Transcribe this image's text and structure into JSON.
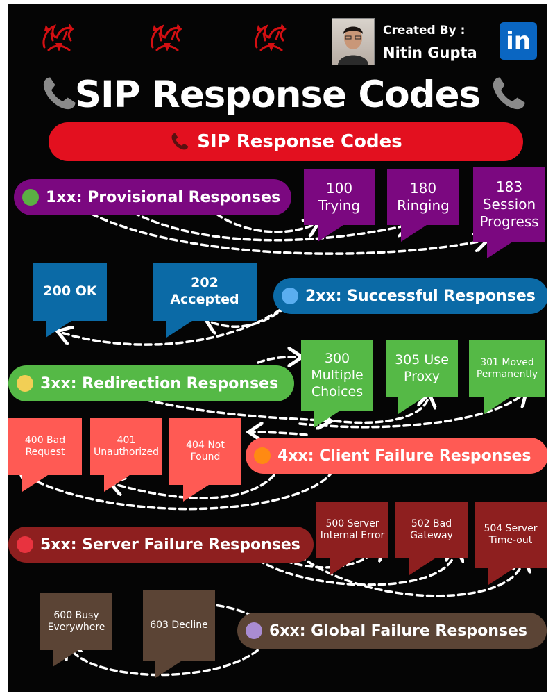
{
  "author": {
    "label": "Created By :",
    "name": "Nitin Gupta"
  },
  "linkedin": {
    "text": "in",
    "color": "#0a66c2"
  },
  "title": "SIP Response Codes",
  "banner": {
    "text": "SIP Response Codes",
    "color": "#e3101f"
  },
  "categories": [
    {
      "label": "1xx: Provisional Responses",
      "color": "#7b0880",
      "dot": "#5bb043",
      "codes": [
        {
          "code": "100",
          "text": "Trying"
        },
        {
          "code": "180",
          "text": "Ringing"
        },
        {
          "code": "183",
          "text": "Session Progress"
        }
      ]
    },
    {
      "label": "2xx: Successful Responses",
      "color": "#0b6aa6",
      "dot": "#5aaef0",
      "codes": [
        {
          "text": "200 OK"
        },
        {
          "code": "202",
          "text": "Accepted"
        }
      ]
    },
    {
      "label": "3xx: Redirection Responses",
      "color": "#55b946",
      "dot": "#f2cf55",
      "codes": [
        {
          "code": "300",
          "text": "Multiple Choices"
        },
        {
          "text": "305 Use Proxy"
        },
        {
          "text": "301 Moved Permanently"
        }
      ]
    },
    {
      "label": "4xx: Client Failure Responses",
      "color": "#ff5a54",
      "dot": "#ff8a12",
      "codes": [
        {
          "text": "400 Bad Request"
        },
        {
          "text": "401 Unauthorized"
        },
        {
          "text": "404 Not Found"
        }
      ]
    },
    {
      "label": "5xx: Server Failure Responses",
      "color": "#8e1f1f",
      "dot": "#e8333f",
      "codes": [
        {
          "text": "500 Server Internal Error"
        },
        {
          "text": "502 Bad Gateway"
        },
        {
          "text": "504 Server Time-out"
        }
      ]
    },
    {
      "label": "6xx: Global Failure Responses",
      "color": "#5b4435",
      "dot": "#a98cd2",
      "codes": [
        {
          "text": "600 Busy Everywhere"
        },
        {
          "text": "603 Decline"
        }
      ]
    }
  ]
}
